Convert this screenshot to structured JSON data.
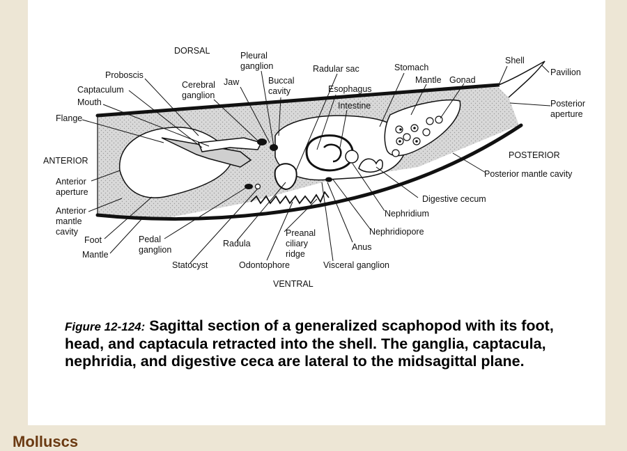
{
  "figure": {
    "orientation": {
      "dorsal": "DORSAL",
      "ventral": "VENTRAL",
      "anterior": "ANTERIOR",
      "posterior": "POSTERIOR"
    },
    "labels": {
      "proboscis": "Proboscis",
      "captaculum": "Captaculum",
      "mouth": "Mouth",
      "flange": "Flange",
      "anterior_aperture": [
        "Anterior",
        "aperture"
      ],
      "anterior_mantle_cavity": [
        "Anterior",
        "mantle",
        "cavity"
      ],
      "foot": "Foot",
      "mantle_lower": "Mantle",
      "pedal_ganglion": [
        "Pedal",
        "ganglion"
      ],
      "statocyst": "Statocyst",
      "radula": "Radula",
      "odontophore": "Odontophore",
      "preanal_ciliary_ridge": [
        "Preanal",
        "ciliary",
        "ridge"
      ],
      "anus": "Anus",
      "visceral_ganglion": "Visceral ganglion",
      "nephridiopore": "Nephridiopore",
      "nephridium": "Nephridium",
      "digestive_cecum": "Digestive cecum",
      "posterior_mantle_cavity": "Posterior mantle cavity",
      "posterior_aperture": [
        "Posterior",
        "aperture"
      ],
      "pavilion": "Pavilion",
      "shell": "Shell",
      "mantle_upper": "Mantle",
      "gonad": "Gonad",
      "stomach": "Stomach",
      "radular_sac": "Radular sac",
      "esophagus": "Esophagus",
      "intestine": "Intestine",
      "buccal_cavity": [
        "Buccal",
        "cavity"
      ],
      "pleural_ganglion": [
        "Pleural",
        "ganglion"
      ],
      "jaw": "Jaw",
      "cerebral_ganglion": [
        "Cerebral",
        "ganglion"
      ]
    }
  },
  "caption": {
    "figure_number": "Figure 12-124:",
    "text": "Sagittal section of a generalized scaphopod with its foot, head, and captacula retracted into the shell.  The ganglia, captacula, nephridia, and digestive ceca are lateral to the midsagittal plane."
  },
  "footer": {
    "title": "Molluscs"
  }
}
